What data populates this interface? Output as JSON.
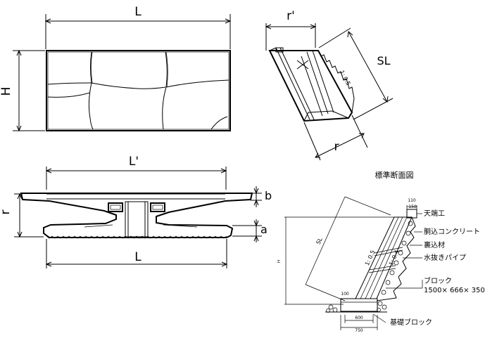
{
  "front_view": {
    "width_label": "L",
    "height_label": "H"
  },
  "side_view": {
    "top_width_label": "r'",
    "bottom_width_label": "r",
    "slope_length_label": "SL",
    "slope_ratio_label": "1: 0.5"
  },
  "plan_view": {
    "top_length_label": "L'",
    "bottom_length_label": "L",
    "depth_label": "r",
    "top_offset_label": "b",
    "bottom_offset_label": "a"
  },
  "standard_section": {
    "title": "標準断面図",
    "height_label": "H",
    "slope_length_label": "SL",
    "slope_ratio_1": "1: 0.5",
    "slope_ratio_2": "1: 0.4",
    "dim_top_1": "110",
    "dim_top_2": "150",
    "dim_bottom_1": "100",
    "dim_base_inner": "600",
    "dim_base_outer": "750",
    "annotations": [
      "天端工",
      "胴込コンクリート",
      "裏込材",
      "水抜きパイプ",
      "ブロック",
      "1500× 666× 350",
      "基礎ブロック"
    ]
  }
}
